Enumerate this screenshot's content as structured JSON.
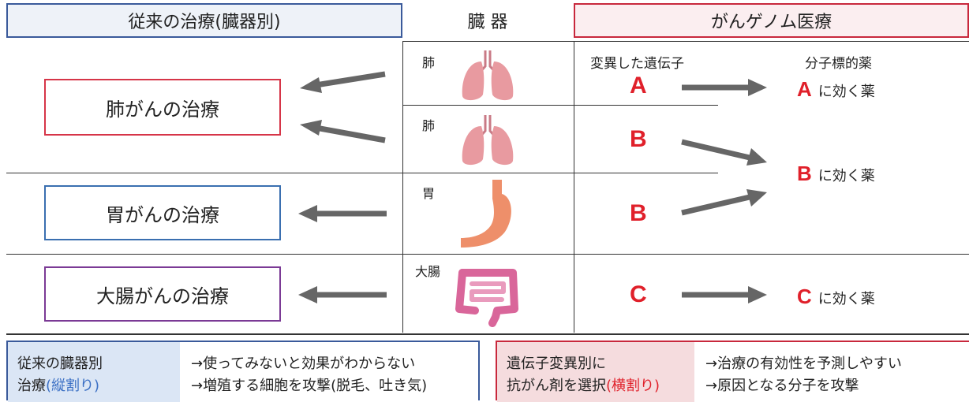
{
  "headers": {
    "left": "従来の治療(臓器別)",
    "middle": "臓 器",
    "right": "がんゲノム医療"
  },
  "treatments": [
    {
      "label": "肺がんの治療",
      "border_color": "#d63548"
    },
    {
      "label": "胃がんの治療",
      "border_color": "#3a6fb0"
    },
    {
      "label": "大腸がんの治療",
      "border_color": "#7b3a95"
    }
  ],
  "organs": [
    {
      "label": "肺",
      "icon": "lung-icon",
      "color": "#e89aa0"
    },
    {
      "label": "肺",
      "icon": "lung-icon",
      "color": "#e89aa0"
    },
    {
      "label": "胃",
      "icon": "stomach-icon",
      "color": "#ee8f6a"
    },
    {
      "label": "大腸",
      "icon": "intestine-icon",
      "color": "#d9669a"
    }
  ],
  "genome": {
    "col_gene": "変異した遺伝子",
    "col_drug": "分子標的薬",
    "genes": [
      "A",
      "B",
      "B",
      "C"
    ],
    "drugs": [
      {
        "letter": "A",
        "text": "に効く薬"
      },
      {
        "letter": "B",
        "text": "に効く薬"
      },
      {
        "letter": "C",
        "text": "に効く薬"
      }
    ]
  },
  "notes": {
    "left": {
      "title_line1": "従来の臓器別",
      "title_line2": "治療",
      "title_accent": "(縦割り)",
      "items": [
        "→使ってみないと効果がわからない",
        "→増殖する細胞を攻撃(脱毛、吐き気)"
      ]
    },
    "right": {
      "title_line1": "遺伝子変異別に",
      "title_line2": "抗がん剤を選択",
      "title_accent": "(横割り)",
      "items": [
        "→治療の有効性を予測しやすい",
        "→原因となる分子を攻撃"
      ]
    }
  },
  "colors": {
    "blue": "#3a5a9b",
    "red": "#c8283c",
    "arrow": "#666666",
    "gene_red": "#e0202a"
  }
}
